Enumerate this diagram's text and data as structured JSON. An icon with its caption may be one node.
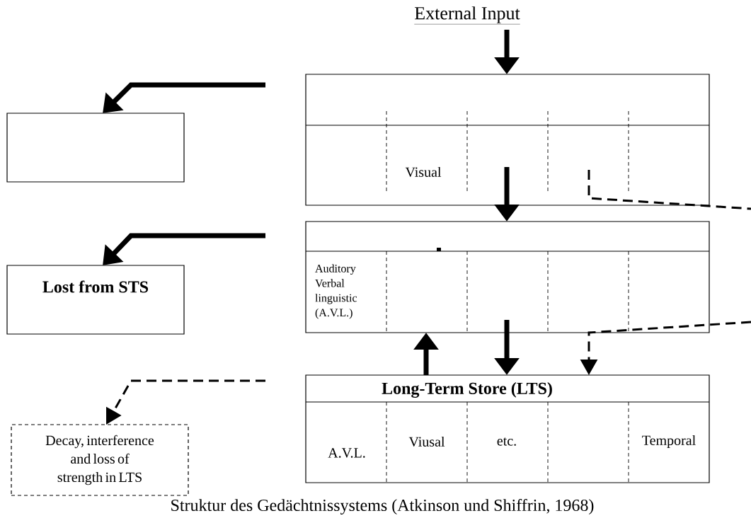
{
  "diagram": {
    "caption": "Struktur des Gedächtnissystems (Atkinson und Shiffrin, 1968)",
    "nodes": [
      {
        "text": [
          "External Input"
        ]
      },
      {
        "text": [
          "Visual"
        ]
      },
      {
        "text": [
          "Auditory Verbal linguistic (A.V.L.)"
        ]
      },
      {
        "text": [
          "Long-Term Store (LTS)",
          "A.V.L.",
          "Viusal",
          "etc.",
          "Temporal"
        ]
      },
      {
        "text": [],
        "shape": "box"
      },
      {
        "text": [
          "Lost from STS"
        ]
      },
      {
        "text": [
          "Decay, interference and loss of strength in LTS"
        ]
      }
    ],
    "edges": [
      {
        "from": 0,
        "to": 1,
        "arrow": "to"
      },
      {
        "from": null,
        "to": 4,
        "arrow": "to"
      },
      {
        "from": null,
        "to": 5,
        "arrow": "to"
      },
      {
        "from": null,
        "to": 6,
        "arrow": "to",
        "style": "dashed"
      },
      {
        "from": 1,
        "to": 2,
        "arrow": "to"
      },
      {
        "from": 2,
        "to": 3,
        "arrow": "to"
      },
      {
        "from": 3,
        "to": 2,
        "arrow": "to"
      },
      {
        "from": 1,
        "to": null,
        "arrow": "none",
        "style": "dashed"
      },
      {
        "from": null,
        "to": 3,
        "arrow": "to",
        "style": "dashed"
      }
    ]
  }
}
